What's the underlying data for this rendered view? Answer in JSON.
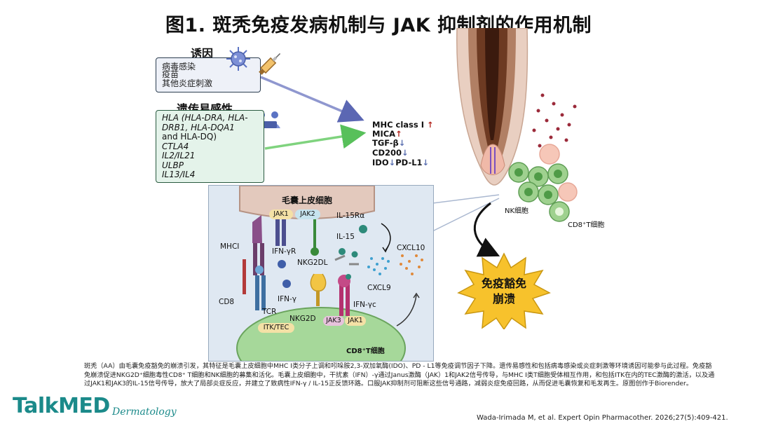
{
  "title": "图1. 斑秃免疫发病机制与 JAK 抑制剂的作用机制",
  "triggers": {
    "heading": "诱因",
    "items": [
      "病毒感染",
      "疫苗",
      "其他炎症刺激"
    ]
  },
  "genetics": {
    "heading": "遗传易感性",
    "lines": [
      "HLA (HLA-DRA, HLA-",
      "DRB1, HLA-DQA1",
      "and HLA-DQ)",
      "CTLA4",
      "IL2/IL21",
      "ULBP",
      "IL13/IL4"
    ]
  },
  "markers": [
    {
      "label": "MHC class I",
      "arrow": "↑",
      "dir": "up"
    },
    {
      "label": "MICA",
      "arrow": "↑",
      "dir": "up"
    },
    {
      "label": "TGF-β",
      "arrow": "↓",
      "dir": "down"
    },
    {
      "label": "CD200",
      "arrow": "↓",
      "dir": "down"
    },
    {
      "label": "IDO",
      "arrow": "↓",
      "dir": "down"
    },
    {
      "label": "PD-L1",
      "arrow": "↓",
      "dir": "down"
    }
  ],
  "panel": {
    "follicle_cell": "毛囊上皮细胞",
    "t_cell": "CD8⁺T细胞",
    "labels": {
      "jak1_top": "JAK1",
      "jak2_top": "JAK2",
      "il15ra": "IL-15Rα",
      "il15": "IL-15",
      "mhci": "MHCI",
      "ifngr": "IFN-γR",
      "nkg2dl": "NKG2DL",
      "cxcl10": "CXCL10",
      "cxcl9": "CXCL9",
      "cd8": "CD8",
      "tcr": "TCR",
      "ifng": "IFN-γ",
      "ifngc": "IFN-γc",
      "nkg2d": "NKG2D",
      "itk_tec": "ITK/TEC",
      "jak3": "JAK3",
      "jak1_bottom": "JAK1"
    }
  },
  "hair": {
    "nk_label": "NK细胞",
    "cd8_label": "CD8⁺T细胞"
  },
  "collapse": {
    "line1": "免疫豁免",
    "line2": "崩溃"
  },
  "caption": "斑秃（AA）由毛囊免疫豁免的崩溃引发，其特征是毛囊上皮细胞中MHC I类分子上调和吲哚胺2,3-双加氧酶(IDO)、PD - L1等免疫调节因子下降。遗传易感性和包括病毒感染或炎症刺激等环境诱因可能参与此过程。免疫豁免崩溃促进NKG2D⁺细胞毒性CD8⁺ T细胞和NK细胞的募集和活化。毛囊上皮细胞中，干扰素（IFN）-γ通过Janus激酶（JAK）1和JAK2信号传导，与MHC I类T细胞受体相互作用，和包括ITK在内的TEC激酶的激活，以及通过JAK1和JAK3的IL-15信号传导，放大了局部炎症反应，并建立了致病性IFN-γ / IL-15正反馈环路。口服JAK抑制剂可阻断这些信号通路，减弱炎症免疫回路，从而促进毛囊恢复和毛发再生。原图创作于Biorender。",
  "logo": {
    "brand": "TalkMED",
    "sub": "Dermatology"
  },
  "citation": "Wada-Irimada M, et al. Expert Opin Pharmacother. 2026;27(5):409-421.",
  "colors": {
    "teal": "#1b8a8a",
    "up_arrow": "#b3261e",
    "down_arrow": "#5a6fb0",
    "green_cell": "#a8d8a0",
    "follicle": "#e9cfc1"
  }
}
